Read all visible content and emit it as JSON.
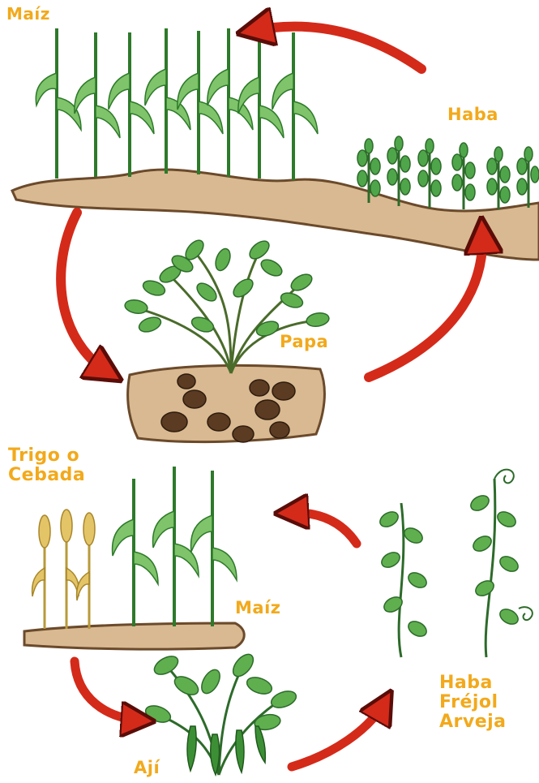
{
  "cycle_top": {
    "labels": {
      "maiz": "Maíz",
      "haba": "Haba",
      "papa": "Papa"
    }
  },
  "cycle_bottom": {
    "labels": {
      "trigo_line1": "Trigo o",
      "trigo_line2": "Cebada",
      "maiz": "Maíz",
      "aji": "Ají",
      "legumes_line1": "Haba",
      "legumes_line2": "Fréjol",
      "legumes_line3": "Arveja"
    }
  },
  "colors": {
    "label": "#f2a91b",
    "arrow": "#d42a1a",
    "arrow_outline": "#5a0d08",
    "soil": "#d9b991",
    "soil_dark": "#6b4a2b",
    "plant": "#3f9a3a",
    "leaf": "#7fc36a",
    "potato": "#5b3b22",
    "wheat": "#e3c568"
  }
}
